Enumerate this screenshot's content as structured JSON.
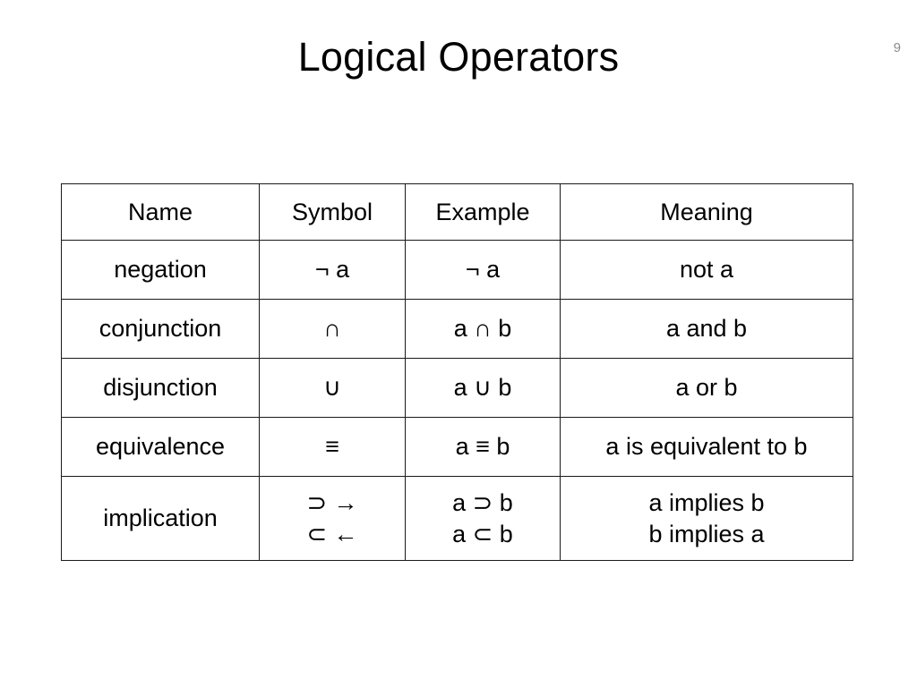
{
  "slide": {
    "title": "Logical Operators",
    "page_number": "9",
    "background_color": "#ffffff",
    "text_color": "#000000",
    "page_number_color": "#8c8c8c"
  },
  "table": {
    "headers": [
      "Name",
      "Symbol",
      "Example",
      "Meaning"
    ],
    "border_color": "#1a1a1a",
    "rows": [
      {
        "name": "negation",
        "symbol": "¬ a",
        "example": "¬ a",
        "meaning": "not a"
      },
      {
        "name": "conjunction",
        "symbol": "∩",
        "example": "a ∩ b",
        "meaning": "a and b"
      },
      {
        "name": "disjunction",
        "symbol": "∪",
        "example": "a ∪ b",
        "meaning": "a or b"
      },
      {
        "name": "equivalence",
        "symbol": "≡",
        "example": "a ≡ b",
        "meaning": "a is equivalent to b"
      },
      {
        "name": "implication",
        "symbol_line1": "⊃ →",
        "symbol_line2": "⊂ ←",
        "example_line1": "a ⊃ b",
        "example_line2": "a ⊂ b",
        "meaning_line1": "a implies b",
        "meaning_line2": "b implies a"
      }
    ]
  }
}
